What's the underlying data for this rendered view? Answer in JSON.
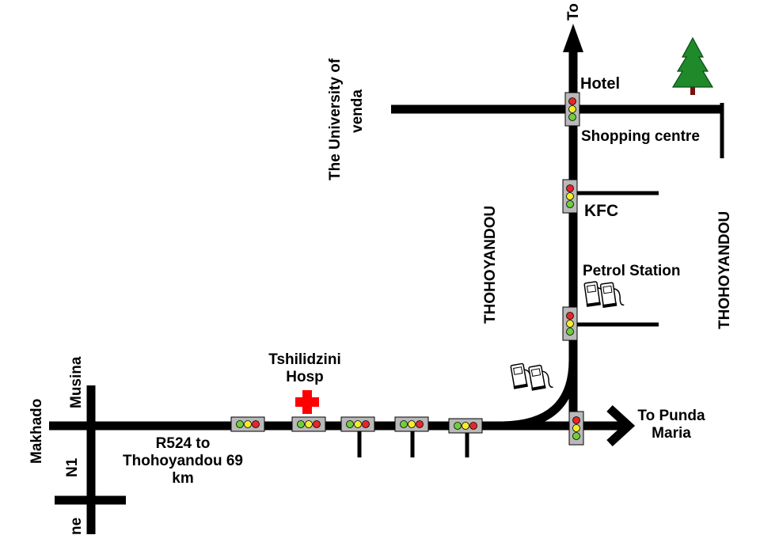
{
  "labels": {
    "to_north": "To",
    "hotel": "Hotel",
    "shopping_centre": "Shopping centre",
    "university_line1": "The University of",
    "university_line2": "venda",
    "kfc": "KFC",
    "petrol_station": "Petrol Station",
    "thohoyandou_left": "THOHOYANDOU",
    "thohoyandou_right": "THOHOYANDOU",
    "hospital_line1": "Tshilidzini",
    "hospital_line2": "Hosp",
    "to_punda_line1": "To Punda",
    "to_punda_line2": "Maria",
    "r524_line1": "R524 to",
    "r524_line2": "Thohoyandou 69",
    "r524_line3": "km",
    "makhado": "Makhado",
    "musina": "Musina",
    "n1": "N1",
    "bottom_partial": "ne"
  },
  "colors": {
    "road": "#000000",
    "light_red": "#e8262a",
    "light_yellow": "#f4ee2a",
    "light_green": "#6fcf3a",
    "light_housing": "#b9b9b9",
    "hospital_cross": "#ff0000",
    "tree_green": "#1f8a2a",
    "tree_trunk": "#7a1010"
  },
  "icons": {
    "tree": "pine-tree-icon",
    "fuel": "fuel-pump-icon",
    "hospital": "red-cross-icon",
    "traffic_light": "traffic-light-icon"
  }
}
